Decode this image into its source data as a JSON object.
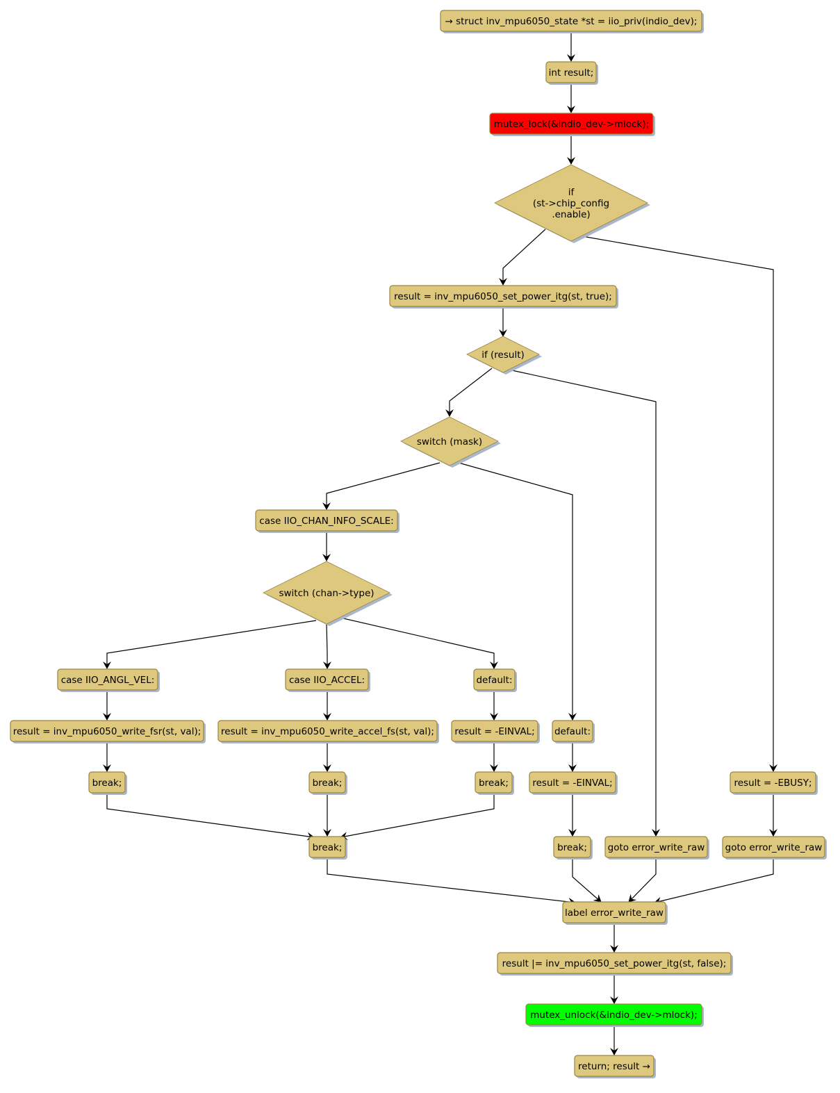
{
  "diagram": {
    "type": "flowchart",
    "colors": {
      "node_fill": "#DDC87E",
      "node_border": "#9A8540",
      "shadow": "#A9B7CC",
      "lock_fill": "#FF0000",
      "unlock_fill": "#00FF00",
      "edge": "#000000"
    },
    "nodes": {
      "start": "→ struct inv_mpu6050_state  *st = iio_priv(indio_dev);",
      "decl_result": "int result;",
      "mutex_lock": "mutex_lock(&indio_dev->mlock);",
      "if_enable_lines": [
        "if",
        "(st->chip_config",
        ".enable)"
      ],
      "set_power_true": "result = inv_mpu6050_set_power_itg(st, true);",
      "if_result": "if (result)",
      "switch_mask": "switch (mask)",
      "case_scale": "case IIO_CHAN_INFO_SCALE:",
      "switch_type": "switch (chan->type)",
      "case_angl_vel": "case IIO_ANGL_VEL:",
      "case_accel": "case IIO_ACCEL:",
      "default_type": "default:",
      "write_fsr": "result = inv_mpu6050_write_fsr(st, val);",
      "write_accel_fs": "result = inv_mpu6050_write_accel_fs(st, val);",
      "einval_type": "result = -EINVAL;",
      "default_mask": "default:",
      "break_angl": "break;",
      "break_accel": "break;",
      "break_default_type": "break;",
      "einval_mask": "result = -EINVAL;",
      "ebusy": "result = -EBUSY;",
      "break_scale": "break;",
      "break_default_mask": "break;",
      "goto_result": "goto error_write_raw",
      "goto_busy": "goto error_write_raw",
      "label_error": "label error_write_raw",
      "set_power_false": "result |= inv_mpu6050_set_power_itg(st, false);",
      "mutex_unlock": "mutex_unlock(&indio_dev->mlock);",
      "return": "return; result →"
    }
  }
}
